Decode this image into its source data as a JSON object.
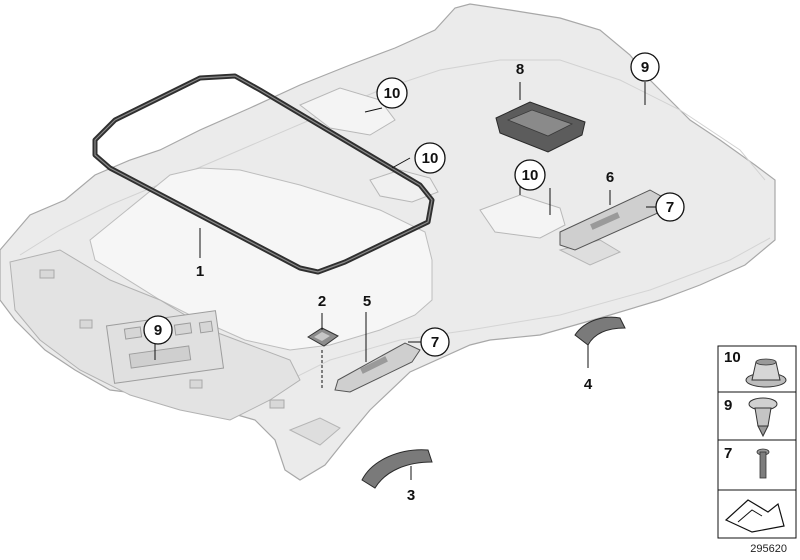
{
  "diagram": {
    "callouts": {
      "c1": "1",
      "c2": "2",
      "c3": "3",
      "c4": "4",
      "c5": "5",
      "c6": "6",
      "c7a": "7",
      "c7b": "7",
      "c8": "8",
      "c9a": "9",
      "c9b": "9",
      "c10a": "10",
      "c10b": "10",
      "c10c": "10"
    },
    "legend": {
      "r10": "10",
      "r9": "9",
      "r7": "7"
    },
    "diagram_id": "295620",
    "colors": {
      "headliner_fill": "#e9e9e9",
      "headliner_stroke": "#a9a9a9",
      "seal": "#3a3a3a",
      "part_dark": "#6b6b6b"
    }
  }
}
